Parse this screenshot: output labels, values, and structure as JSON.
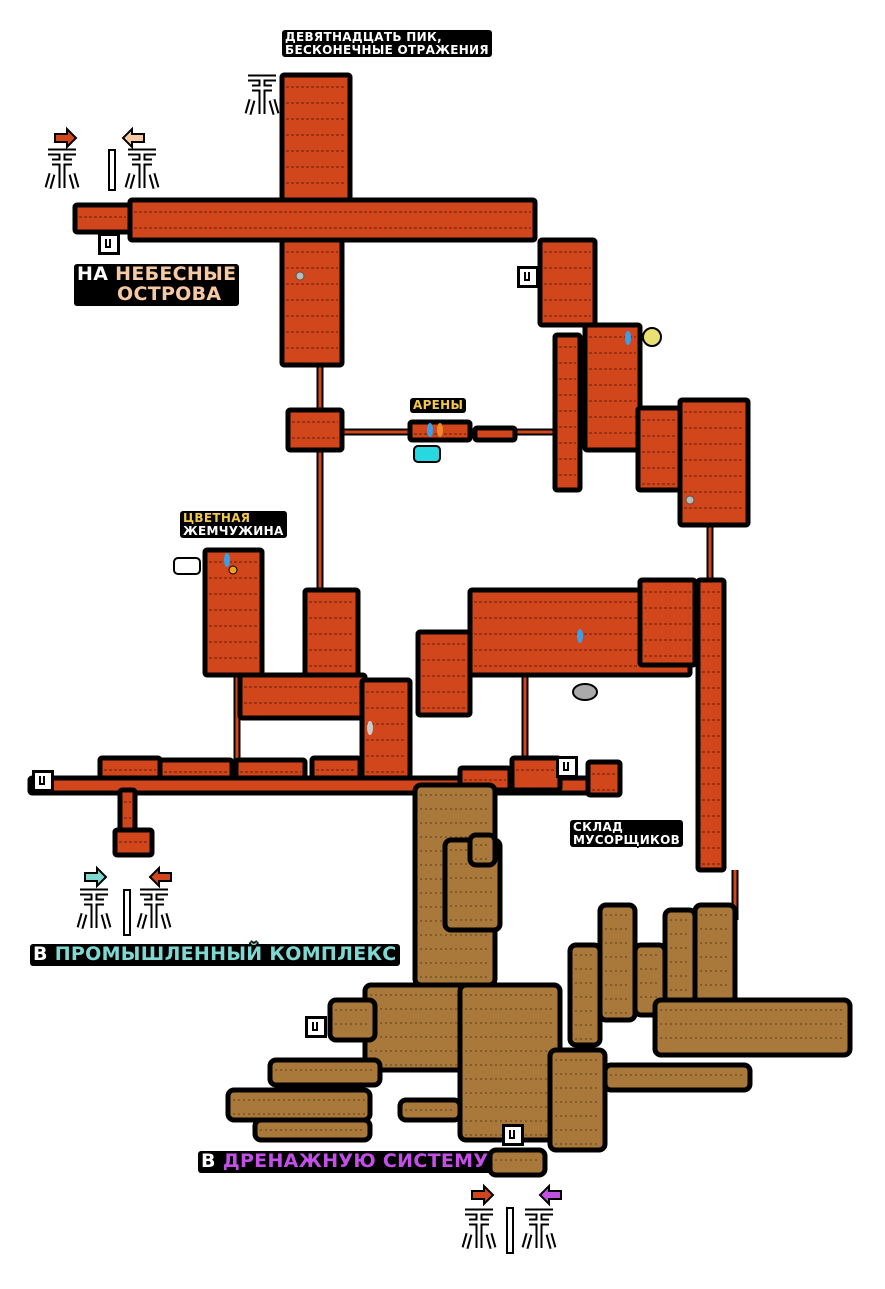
{
  "map": {
    "room_color": "#d2461c",
    "cave_color": "#a8793a",
    "outline_color": "#000000"
  },
  "labels": {
    "top": {
      "line1": "ДЕВЯТНАДЦАТЬ ПИК,",
      "line2": "БЕСКОНЕЧНЫЕ ОТРАЖЕНИЯ"
    },
    "sky": {
      "prefix": "НА",
      "line1": "НЕБЕСНЫЕ",
      "line2": "ОСТРОВА",
      "color": "#f6c9a2"
    },
    "arenas": {
      "text": "АРЕНЫ",
      "color": "#f2c84e"
    },
    "pearl": {
      "line1": "ЦВЕТНАЯ",
      "line2": "ЖЕМЧУЖИНА",
      "color": "#f2c84e"
    },
    "scavenger": {
      "line1": "СКЛАД",
      "line2": "МУСОРЩИКОВ"
    },
    "industrial": {
      "prefix": "В",
      "text": "ПРОМЫШЛЕННЫЙ КОМПЛЕКС",
      "color": "#7fd8d2"
    },
    "drainage": {
      "prefix": "В",
      "text": "ДРЕНАЖНУЮ СИСТЕМУ",
      "color": "#c24fe6"
    }
  }
}
